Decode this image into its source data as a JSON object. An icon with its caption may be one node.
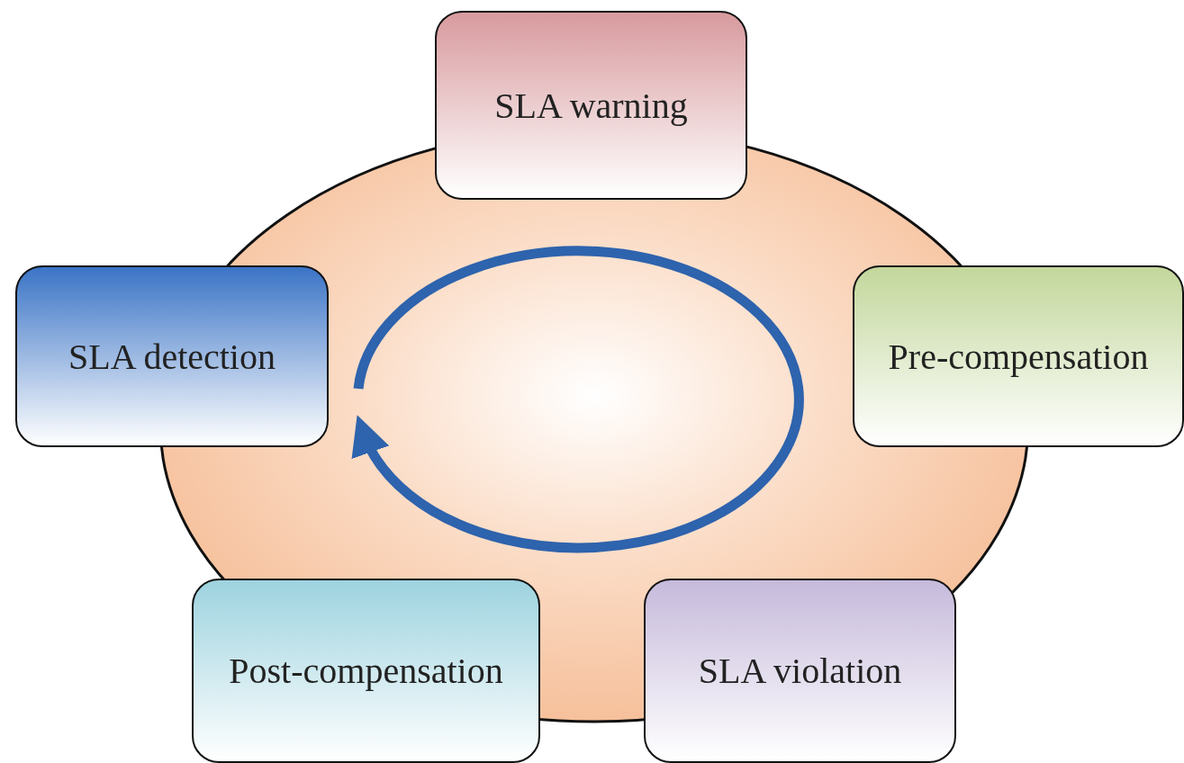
{
  "diagram": {
    "nodes": [
      {
        "text": [
          "SLA warning"
        ]
      },
      {
        "text": [
          "SLA detection"
        ]
      },
      {
        "text": [
          "Pre-compensation"
        ]
      },
      {
        "text": [
          "Post-compensation"
        ]
      },
      {
        "text": [
          "SLA violation"
        ]
      }
    ],
    "edges": []
  }
}
